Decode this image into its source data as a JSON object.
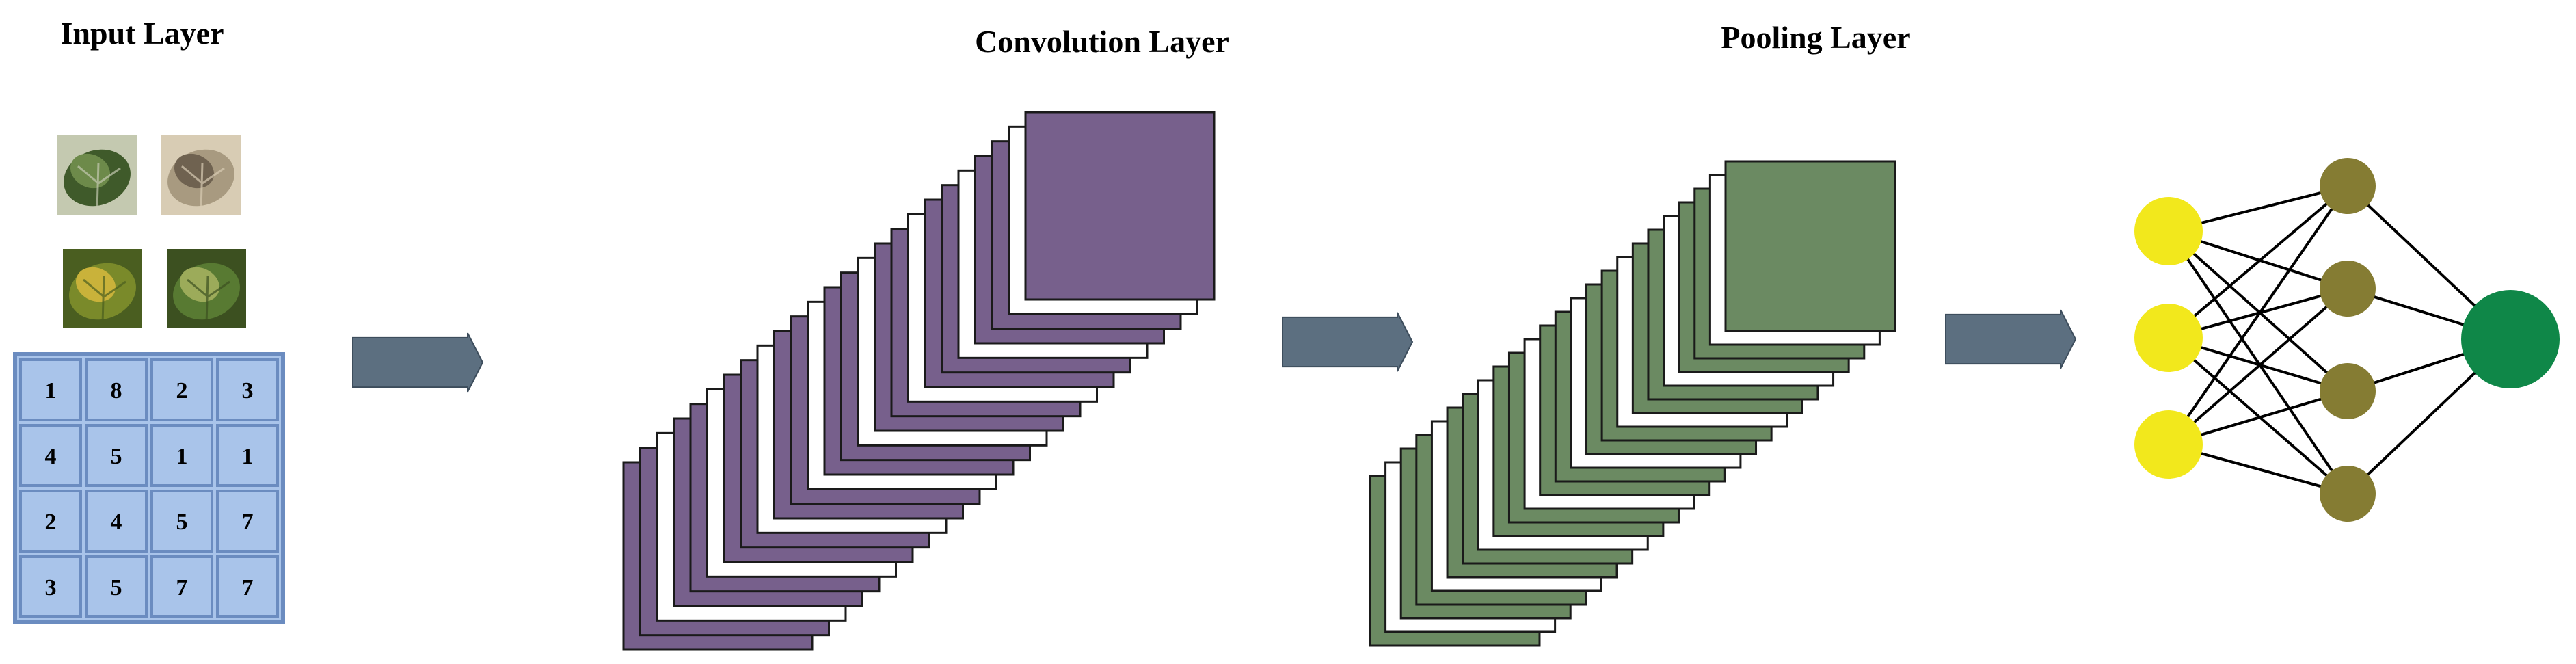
{
  "labels": {
    "input": "Input Layer",
    "conv": "Convolution Layer",
    "pool": "Pooling Layer"
  },
  "matrix": [
    [
      "1",
      "8",
      "2",
      "3"
    ],
    [
      "4",
      "5",
      "1",
      "1"
    ],
    [
      "2",
      "4",
      "5",
      "7"
    ],
    [
      "3",
      "5",
      "7",
      "7"
    ]
  ],
  "thumbnails": [
    {
      "name": "leaf-thumbnail-1",
      "colors": [
        "#3f5a2a",
        "#6d8a4a",
        "#c4c9b0"
      ]
    },
    {
      "name": "leaf-thumbnail-2",
      "colors": [
        "#a89a80",
        "#6f6250",
        "#d8ccb4"
      ]
    },
    {
      "name": "leaf-thumbnail-3",
      "colors": [
        "#7a8a2a",
        "#c9b23a",
        "#4a5e20"
      ]
    },
    {
      "name": "leaf-thumbnail-4",
      "colors": [
        "#587a32",
        "#9cab5a",
        "#3c5020"
      ]
    }
  ],
  "colors": {
    "matrix_fill": "#a9c4ea",
    "matrix_border": "#6b8cc0",
    "arrow": "#5c6f80",
    "conv": "#77608c",
    "pool": "#6b8a62",
    "input_node": "#f2e81c",
    "hidden_node": "#857c33",
    "output_node": "#0f8748"
  },
  "network": {
    "input_nodes": 3,
    "hidden_nodes": 4,
    "output_nodes": 1
  }
}
